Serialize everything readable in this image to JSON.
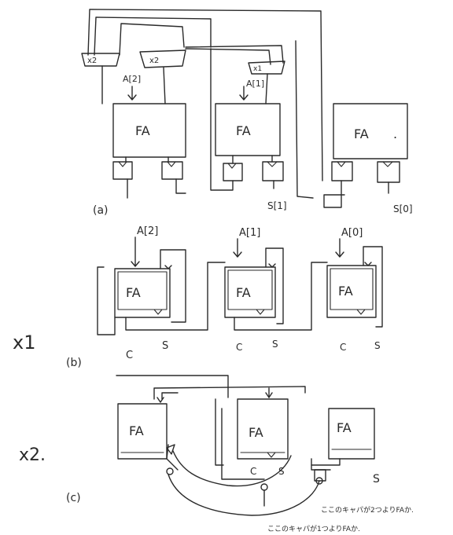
{
  "labels": {
    "fa": "FA",
    "mux_x2": "x2",
    "mux_x1": "x1",
    "a2": "A[2]",
    "a1": "A[1]",
    "a0": "A[0]",
    "s1": "S[1]",
    "s0": "S[0]",
    "c": "C",
    "s": "S",
    "fig_a": "(a)",
    "fig_b": "(b)",
    "fig_c": "(c)",
    "x1": "x1",
    "x2": "x2.",
    "note_1": "ここのキャパが2つよりFAか.",
    "note_2": "ここのキャパが1つよりFAか."
  }
}
